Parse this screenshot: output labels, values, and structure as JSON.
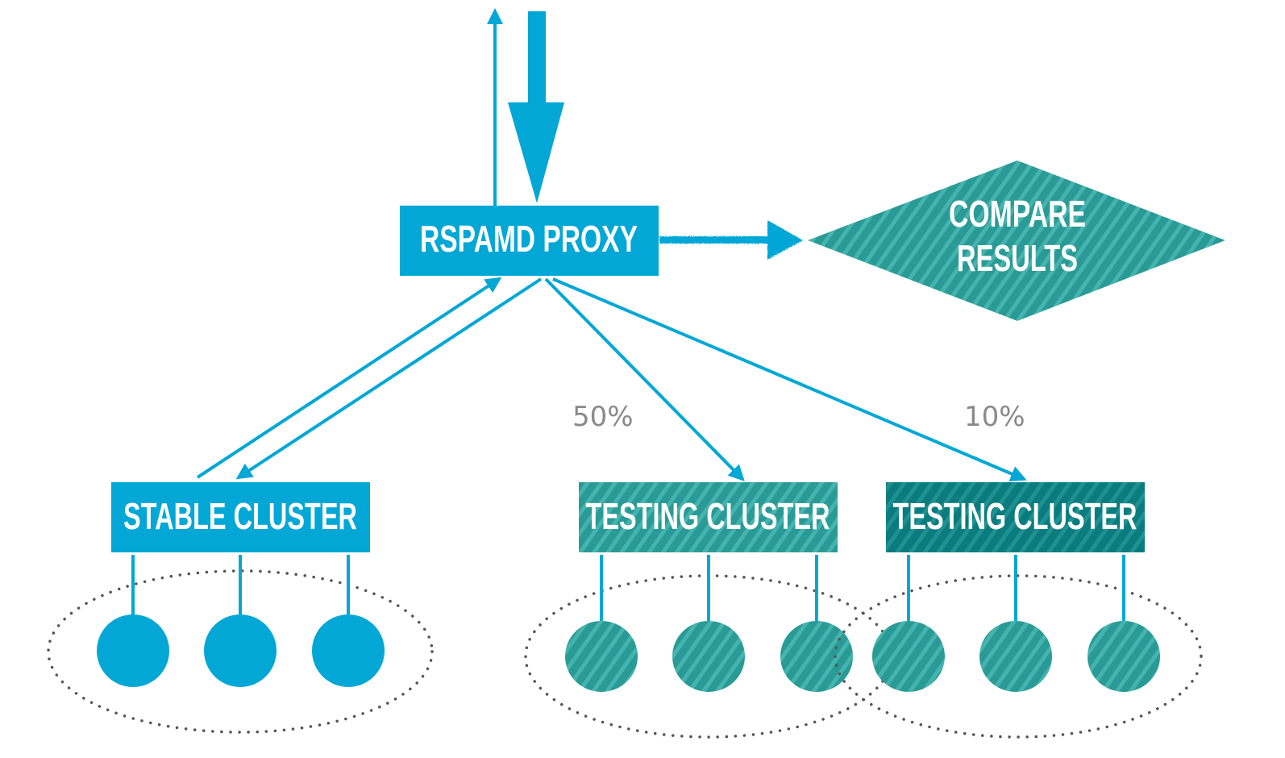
{
  "diagram": {
    "proxy": {
      "label": "RSPAMD PROXY"
    },
    "compare": {
      "line1": "COMPARE",
      "line2": "RESULTS"
    },
    "stable": {
      "label": "STABLE CLUSTER",
      "node_count": 3
    },
    "testing": [
      {
        "label": "TESTING CLUSTER",
        "share": "50%",
        "node_count": 3
      },
      {
        "label": "TESTING CLUSTER",
        "share": "10%",
        "node_count": 3
      }
    ],
    "colors": {
      "blue": "#02A7D6",
      "teal": "#2A9A96",
      "teal_stripe": "#45B3AE",
      "teal_dark": "#0A7C7E",
      "teal_dark_stripe": "#1F9193",
      "dots": "#555555",
      "pct_text": "#8A8A8A"
    }
  }
}
